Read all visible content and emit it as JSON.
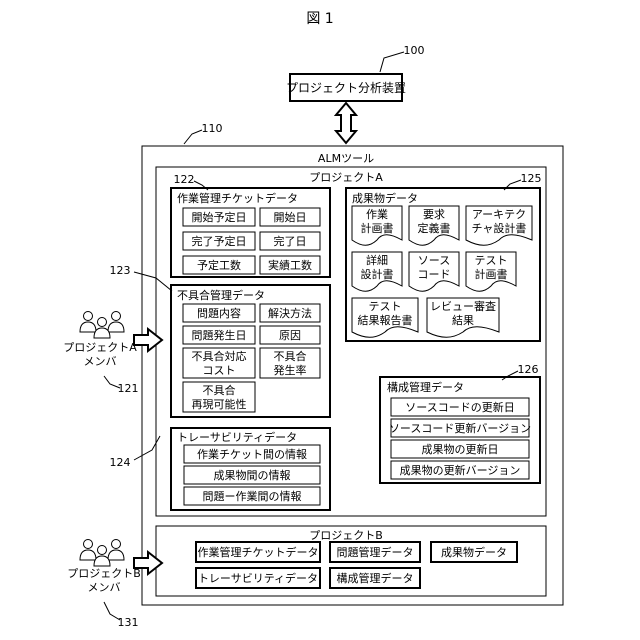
{
  "figure_label": "図 1",
  "device": {
    "ref": "100",
    "label": "プロジェクト分析装置"
  },
  "alm": {
    "ref": "110",
    "title": "ALMツール"
  },
  "project_a": {
    "title": "プロジェクトA",
    "work_ticket": {
      "ref": "122",
      "title": "作業管理チケットデータ",
      "items": [
        "開始予定日",
        "開始日",
        "完了予定日",
        "完了日",
        "予定工数",
        "実績工数"
      ]
    },
    "defect": {
      "ref": "123",
      "title": "不具合管理データ",
      "items": [
        "問題内容",
        "解決方法",
        "問題発生日",
        "原因",
        "不具合対応\nコスト",
        "不具合\n発生率",
        "不具合\n再現可能性"
      ]
    },
    "trace": {
      "ref": "124",
      "title": "トレーサビリティデータ",
      "items": [
        "作業チケット間の情報",
        "成果物間の情報",
        "問題ー作業間の情報"
      ]
    },
    "deliverables": {
      "ref": "125",
      "title": "成果物データ",
      "items": [
        "作業\n計画書",
        "要求\n定義書",
        "アーキテク\nチャ設計書",
        "詳細\n設計書",
        "ソース\nコード",
        "テスト\n計画書",
        "テスト\n結果報告書",
        "レビュー審査\n結果"
      ]
    },
    "config": {
      "ref": "126",
      "title": "構成管理データ",
      "items": [
        "ソースコードの更新日",
        "ソースコード更新バージョン",
        "成果物の更新日",
        "成果物の更新バージョン"
      ]
    }
  },
  "project_b": {
    "title": "プロジェクトB",
    "items": [
      "作業管理チケットデータ",
      "問題管理データ",
      "成果物データ",
      "トレーサビリティデータ",
      "構成管理データ"
    ]
  },
  "members_a": {
    "ref": "121",
    "label": "プロジェクトA\nメンバ"
  },
  "members_b": {
    "ref": "131",
    "label": "プロジェクトB\nメンバ"
  }
}
